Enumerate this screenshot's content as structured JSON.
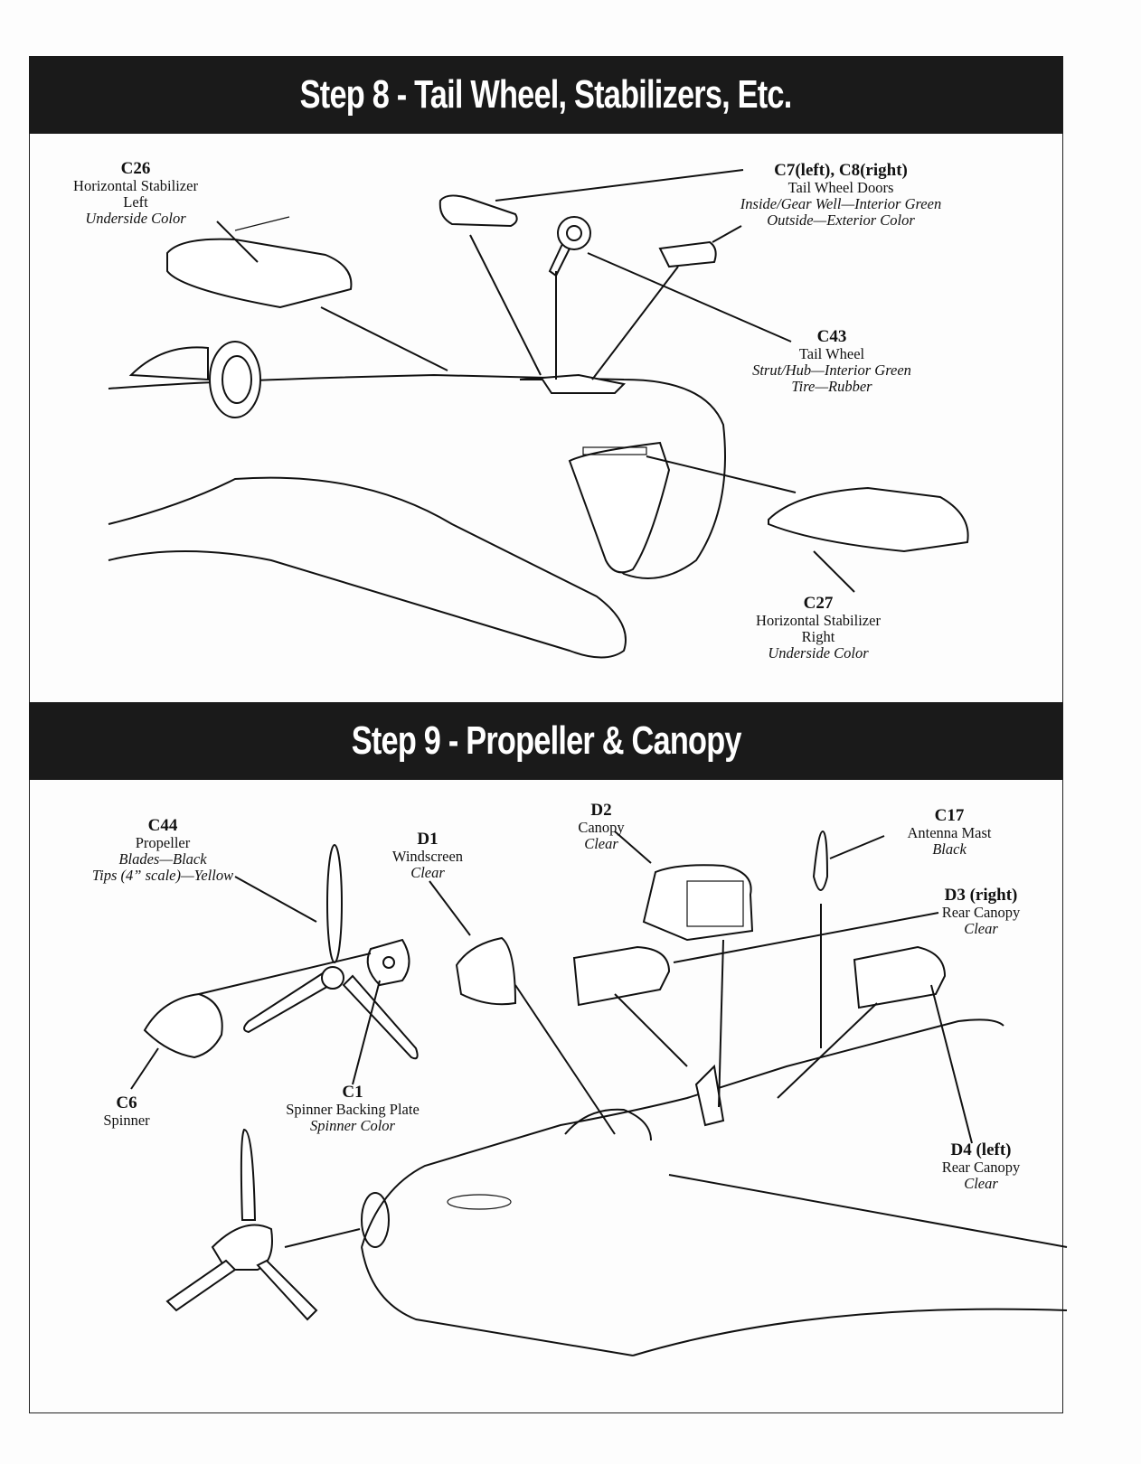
{
  "step8": {
    "title": "Step 8 - Tail Wheel, Stabilizers, Etc.",
    "parts": [
      {
        "code": "C26",
        "name": "Horizontal Stabilizer",
        "side": "Left",
        "color": "Underside Color"
      },
      {
        "code": "C7(left), C8(right)",
        "name": "Tail Wheel Doors",
        "color1": "Inside/Gear Well—Interior Green",
        "color2": "Outside—Exterior Color"
      },
      {
        "code": "C43",
        "name": "Tail Wheel",
        "color1": "Strut/Hub—Interior Green",
        "color2": "Tire—Rubber"
      },
      {
        "code": "C27",
        "name": "Horizontal Stabilizer",
        "side": "Right",
        "color": "Underside Color"
      }
    ]
  },
  "step9": {
    "title": "Step 9 - Propeller & Canopy",
    "parts": [
      {
        "code": "C44",
        "name": "Propeller",
        "color1": "Blades—Black",
        "color2": "Tips (4” scale)—Yellow"
      },
      {
        "code": "D1",
        "name": "Windscreen",
        "color": "Clear"
      },
      {
        "code": "D2",
        "name": "Canopy",
        "color": "Clear"
      },
      {
        "code": "C17",
        "name": "Antenna Mast",
        "color": "Black"
      },
      {
        "code": "D3 (right)",
        "name": "Rear Canopy",
        "color": "Clear"
      },
      {
        "code": "C6",
        "name": "Spinner"
      },
      {
        "code": "C1",
        "name": "Spinner Backing Plate",
        "color": "Spinner Color"
      },
      {
        "code": "D4 (left)",
        "name": "Rear Canopy",
        "color": "Clear"
      }
    ]
  }
}
